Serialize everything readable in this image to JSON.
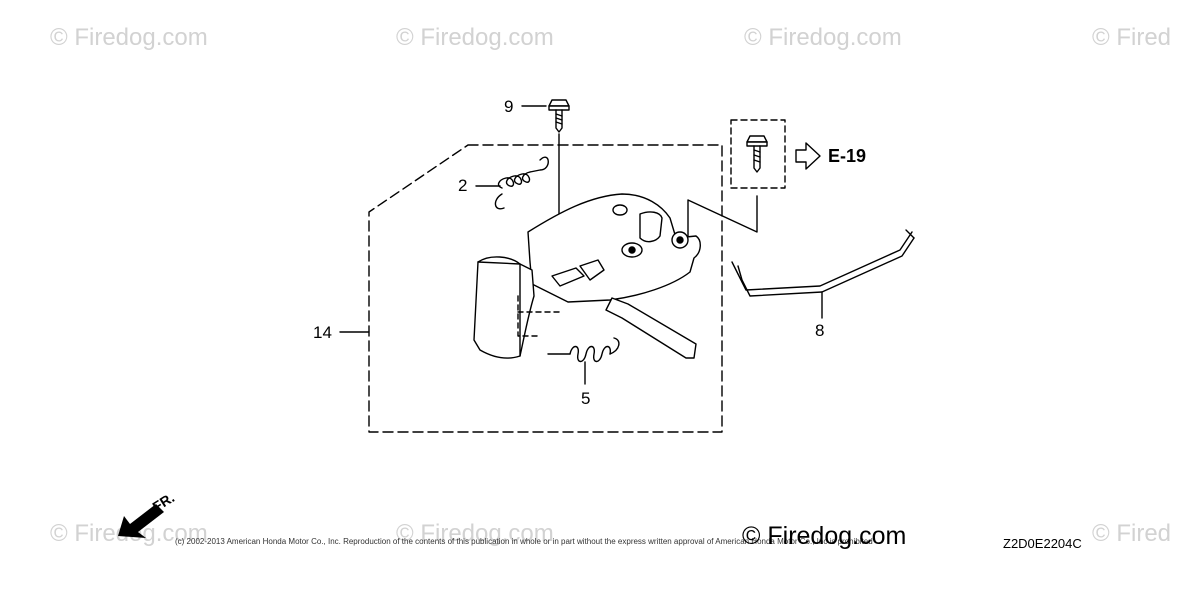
{
  "watermarks": {
    "top": [
      "© Firedog.com",
      "© Firedog.com",
      "© Firedog.com",
      "© Fired"
    ],
    "bottom": [
      "© Firedog.com",
      "© Firedog.com",
      "© Fired"
    ]
  },
  "callouts": {
    "p9": "9",
    "p2": "2",
    "p14": "14",
    "p8": "8",
    "p5": "5"
  },
  "reference": {
    "label": "E-19"
  },
  "direction_label": "FR.",
  "footer": {
    "copyright": "(c) 2002-2013 American Honda Motor Co., Inc. Reproduction of the contents of this publication in whole or in part without the express written approval of American Honda Motor Co., Inc is prohibited",
    "brand": "© Firedog.com",
    "diagram_code": "Z2D0E2204C"
  }
}
